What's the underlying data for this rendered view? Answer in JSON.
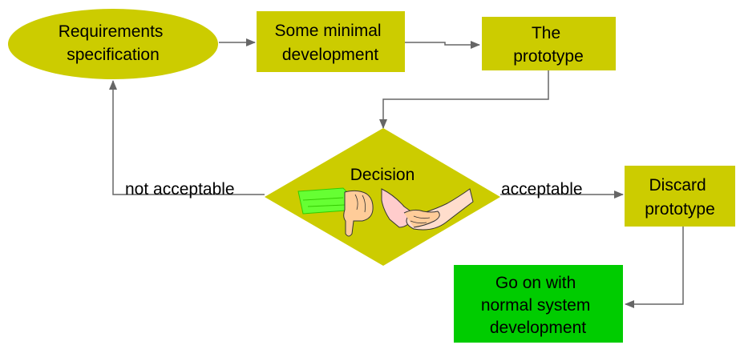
{
  "diagram": {
    "nodes": {
      "requirements": {
        "line1": "Requirements",
        "line2": "specification"
      },
      "development": {
        "line1": "Some minimal",
        "line2": "development"
      },
      "prototype": {
        "line1": "The",
        "line2": "prototype"
      },
      "decision": {
        "label": "Decision"
      },
      "discard": {
        "line1": "Discard",
        "line2": "prototype"
      },
      "goon": {
        "line1": "Go on with",
        "line2": "normal system",
        "line3": "development"
      }
    },
    "edges": {
      "not_acceptable": "not acceptable",
      "acceptable": "acceptable"
    }
  },
  "colors": {
    "node_fill": "#cccc00",
    "final_fill": "#00cc00",
    "arrow": "#666666",
    "background": "#ffffff"
  },
  "icons": {
    "thumbs_down": "thumbs-down-hand-icon",
    "handshake": "handshake-icon"
  }
}
